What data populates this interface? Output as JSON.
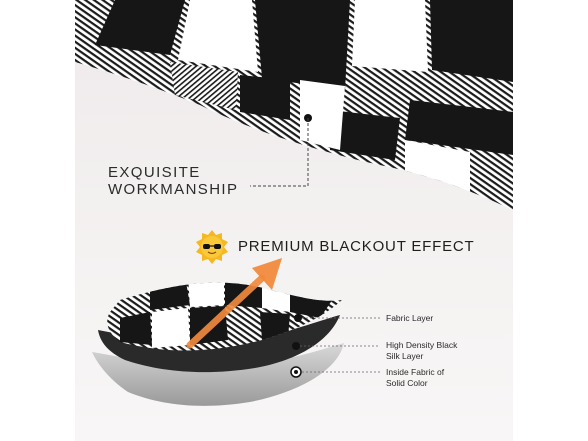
{
  "callout_top": {
    "line1": "EXQUISITE",
    "line2": "WORKMANSHIP"
  },
  "title": "PREMIUM BLACKOUT EFFECT",
  "layers": [
    {
      "label_line1": "Fabric Layer",
      "label_line2": ""
    },
    {
      "label_line1": "High Density Black",
      "label_line2": "Silk Layer"
    },
    {
      "label_line1": "Inside Fabric of",
      "label_line2": "Solid Color"
    }
  ],
  "colors": {
    "plaid_black": "#161616",
    "accent_orange": "#f08a3c",
    "sun_yellow": "#f6b820",
    "text": "#2b2b2b"
  },
  "icons": [
    "sun-with-sunglasses-icon",
    "upward-arrow-icon"
  ]
}
